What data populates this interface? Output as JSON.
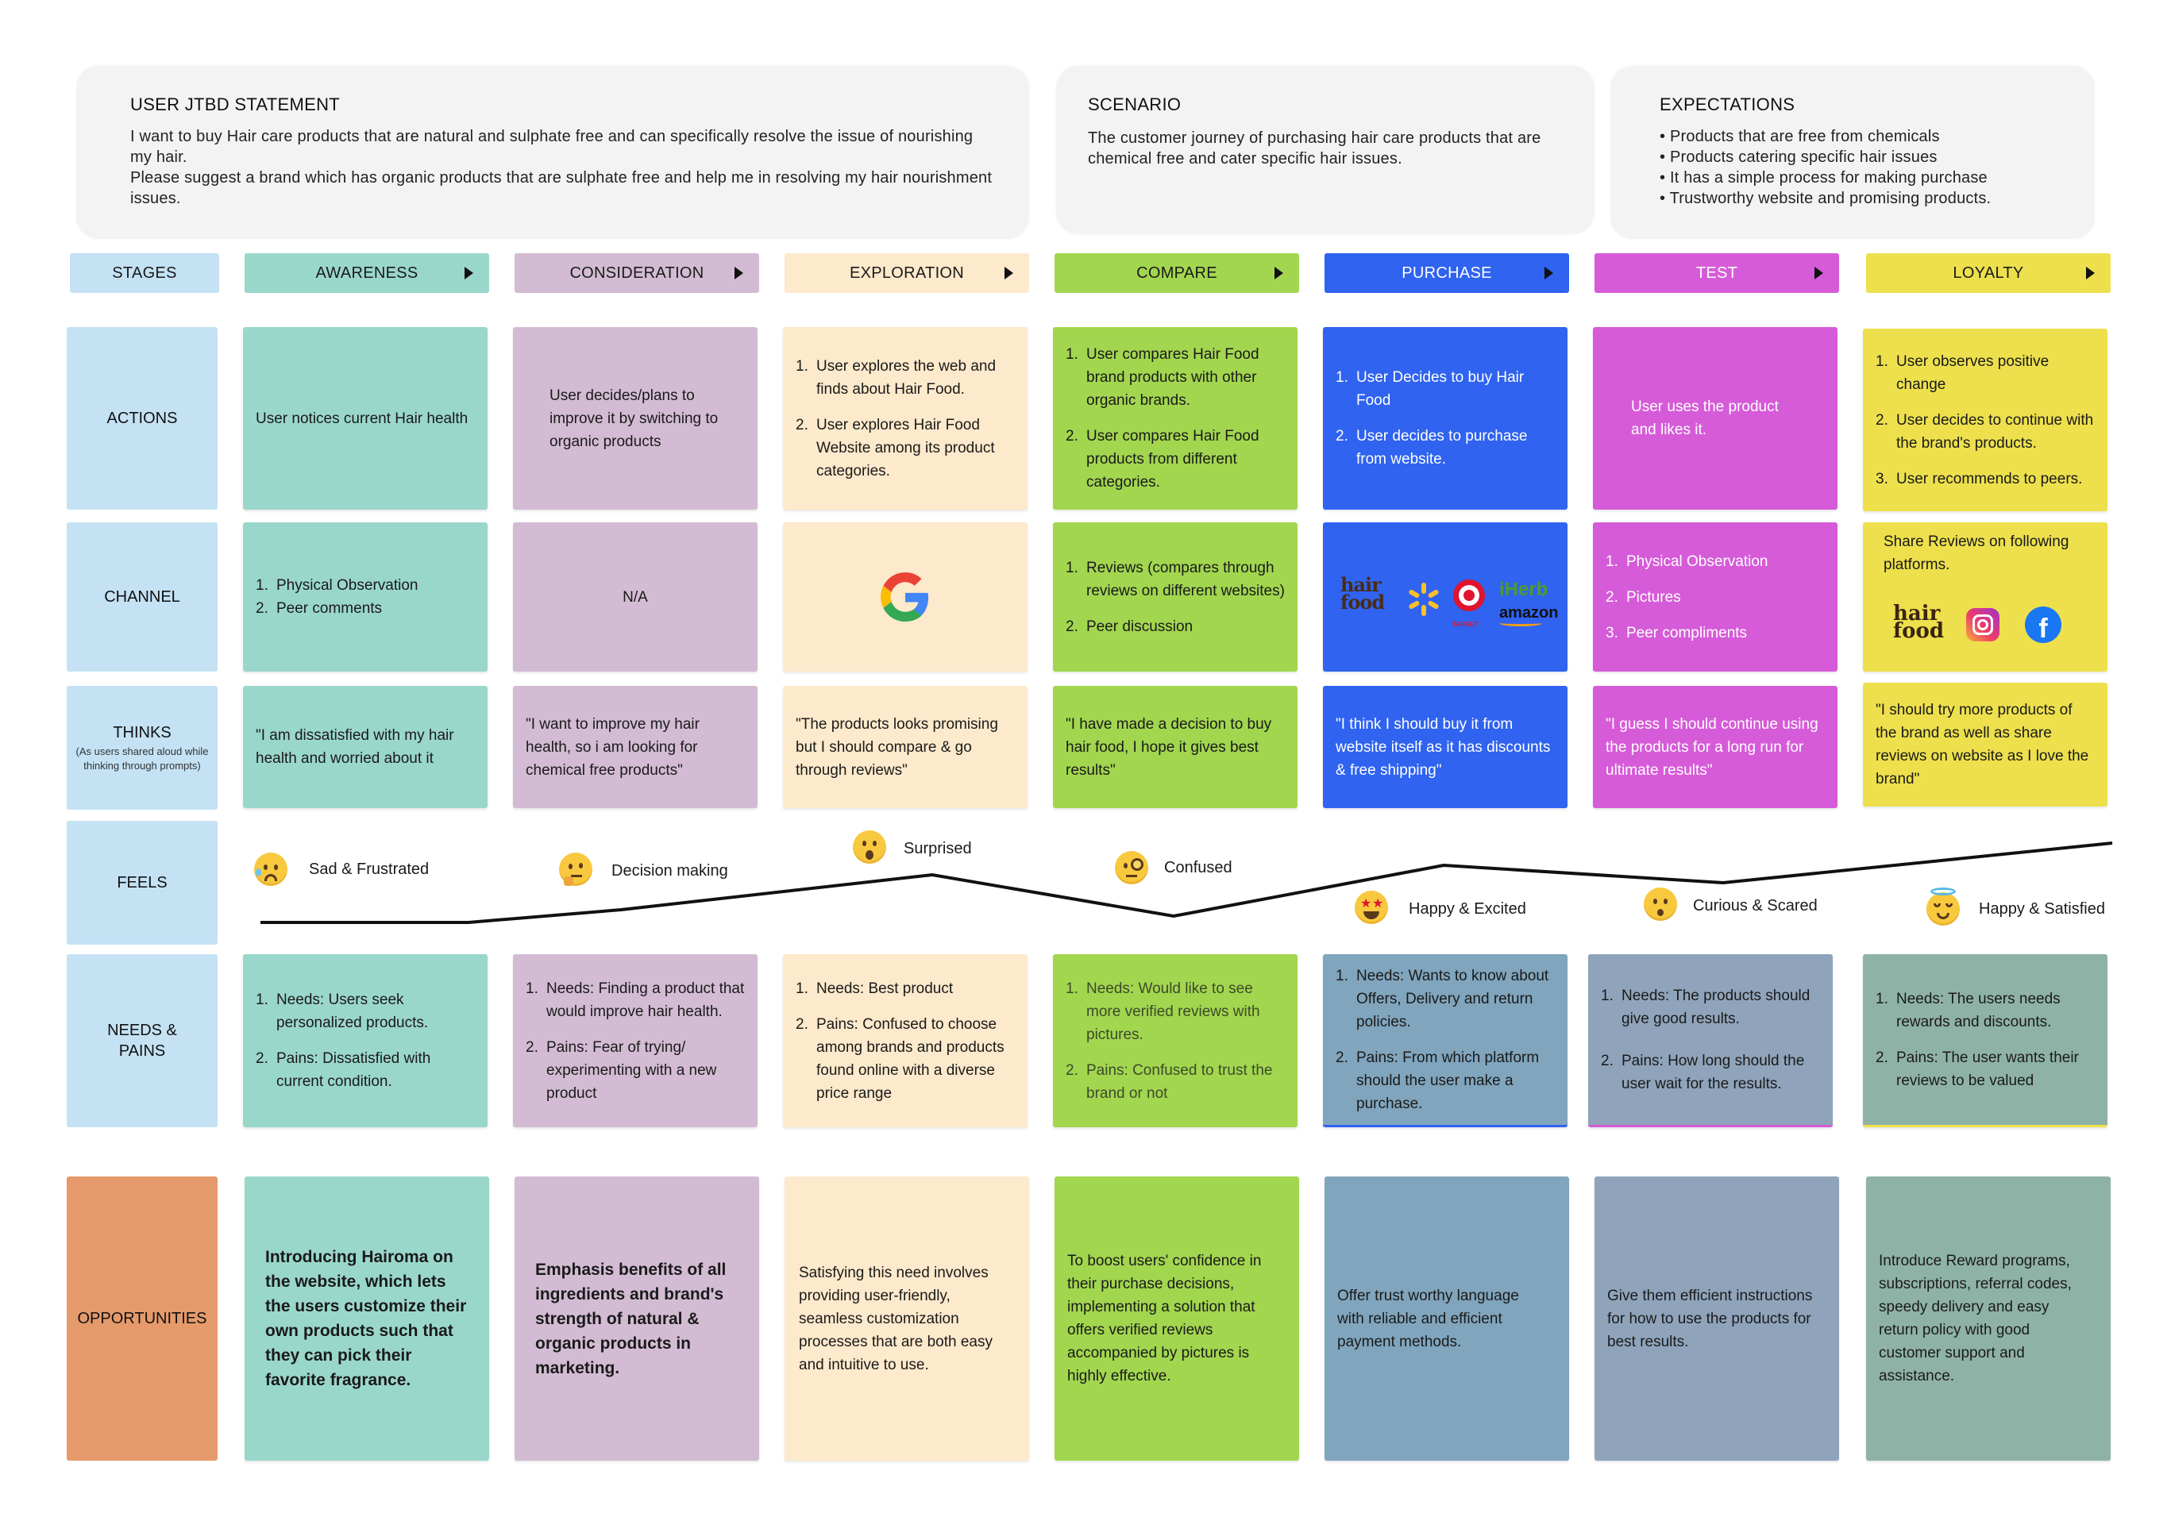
{
  "top_panels": {
    "jtbd": {
      "title": "USER JTBD STATEMENT",
      "text_1": "I want to buy Hair care products that are natural and sulphate free and can specifically resolve the issue of nourishing my hair.",
      "text_2": "Please suggest a brand which has organic products that are sulphate free and help me in resolving my hair nourishment issues."
    },
    "scenario": {
      "title": "SCENARIO",
      "text": "The customer journey of purchasing hair care products that are chemical free and cater specific hair issues."
    },
    "expectations": {
      "title": "EXPECTATIONS",
      "items": [
        "Products that are free from chemicals",
        "Products catering specific hair issues",
        "It has a simple process for making purchase",
        "Trustworthy website and promising products."
      ]
    }
  },
  "stages_label": "STAGES",
  "stages": [
    {
      "label": "AWARENESS",
      "color": "#9ad7cb"
    },
    {
      "label": "CONSIDERATION",
      "color": "#d3bcd3"
    },
    {
      "label": "EXPLORATION",
      "color": "#fde9cb"
    },
    {
      "label": "COMPARE",
      "color": "#a2d64f"
    },
    {
      "label": "PURCHASE",
      "color": "#2f63f0"
    },
    {
      "label": "TEST",
      "color": "#d65bd8"
    },
    {
      "label": "LOYALTY",
      "color": "#ede04c"
    }
  ],
  "row_labels": {
    "actions": "ACTIONS",
    "channel": "CHANNEL",
    "thinks": "THINKS",
    "thinks_sub": "(As users shared aloud while thinking through prompts)",
    "feels": "FEELS",
    "needs": "NEEDS & PAINS",
    "opportunities": "OPPORTUNITIES"
  },
  "actions": {
    "awareness": "User notices current Hair health",
    "consideration": "User decides/plans to improve it by switching to organic products",
    "exploration": [
      "User explores the web and finds about Hair Food.",
      "User explores Hair Food Website among its product categories."
    ],
    "compare": [
      "User compares Hair Food brand products with other organic brands.",
      "User compares Hair Food products from different categories."
    ],
    "purchase": [
      "User Decides to buy Hair Food",
      "User decides to purchase from website."
    ],
    "test": "User uses the product and likes it.",
    "loyalty": [
      "User observes positive change",
      "User decides to continue with the brand's products.",
      "User recommends to peers."
    ]
  },
  "channel": {
    "awareness": [
      "Physical Observation",
      "Peer comments"
    ],
    "consideration": "N/A",
    "exploration_icon": "google-logo-icon",
    "compare": [
      "Reviews (compares through reviews on different websites)",
      "Peer discussion"
    ],
    "purchase_icons": [
      "hair-food-logo-icon",
      "walmart-logo-icon",
      "target-logo-icon",
      "iherb-logo-icon",
      "amazon-logo-icon"
    ],
    "purchase_logo_texts": {
      "hairfood_1": "hair",
      "hairfood_2": "food",
      "target": "TARGET",
      "iherb": "iHerb",
      "amazon": "amazon"
    },
    "test": [
      "Physical Observation",
      "Pictures",
      "Peer compliments"
    ],
    "loyalty_text": "Share Reviews on following platforms.",
    "loyalty_icons": [
      "hair-food-logo-icon",
      "instagram-icon",
      "facebook-icon"
    ]
  },
  "thinks": {
    "awareness": "\"I am dissatisfied with my hair health and worried about it",
    "consideration": "\"I want to improve my hair health, so i am looking for chemical free products\"",
    "exploration": "\"The products looks promising but I should compare & go through reviews\"",
    "compare": "\"I have made a decision to buy hair food, I hope it gives best results\"",
    "purchase": "\"I think I should buy it from website itself as it has discounts & free shipping\"",
    "test": "\"I guess I should continue using the products for a long run for ultimate results\"",
    "loyalty": "\"I should try more products of the brand as well as share reviews on website as I love the brand\""
  },
  "feels": [
    {
      "label": "Sad & Frustrated",
      "icon": "sad-face-icon"
    },
    {
      "label": "Decision making",
      "icon": "thinking-face-icon"
    },
    {
      "label": "Surprised",
      "icon": "surprised-face-icon"
    },
    {
      "label": "Confused",
      "icon": "monocle-face-icon"
    },
    {
      "label": "Happy & Excited",
      "icon": "star-struck-face-icon"
    },
    {
      "label": "Curious & Scared",
      "icon": "hushed-face-icon"
    },
    {
      "label": "Happy & Satisfied",
      "icon": "halo-face-icon"
    }
  ],
  "needs": {
    "awareness": [
      "Needs: Users seek personalized products.",
      "Pains: Dissatisfied with current condition."
    ],
    "consideration": [
      "Needs: Finding a product that would improve hair health.",
      "Pains: Fear of trying/ experimenting with a new product"
    ],
    "exploration": [
      "Needs: Best product",
      "Pains: Confused to choose among brands and products found online with a diverse price range"
    ],
    "compare": [
      "Needs: Would like to see more verified reviews with pictures.",
      "Pains: Confused to trust the brand or not"
    ],
    "purchase": [
      "Needs: Wants to know about Offers, Delivery and return policies.",
      "Pains: From which platform should the user make a purchase."
    ],
    "test": [
      "Needs: The products should give good results.",
      "Pains: How long should the user wait for the results."
    ],
    "loyalty": [
      "Needs: The users needs rewards and discounts.",
      "Pains: The user wants their reviews to be valued"
    ]
  },
  "opportunities": {
    "awareness": "Introducing Hairoma on the website, which lets the users customize their own products such that they can pick their favorite fragrance.",
    "consideration": "Emphasis benefits of all ingredients and brand's strength of natural & organic products in marketing.",
    "exploration": "Satisfying this need involves providing user-friendly, seamless customization processes that are both easy and intuitive to use.",
    "compare": "To boost users' confidence in their purchase decisions, implementing a solution that offers verified reviews accompanied by pictures is highly effective.",
    "purchase": "Offer trust worthy language with reliable and efficient payment methods.",
    "test": "Give them efficient instructions for how to use the products for best results.",
    "loyalty": "Introduce Reward programs, subscriptions, referral codes, speedy delivery and easy return policy with good customer support and assistance."
  },
  "colors": {
    "awareness": "#9ad7cb",
    "consideration": "#d3bcd3",
    "exploration": "#fde9cb",
    "compare": "#a2d64f",
    "purchase": "#2f63f0",
    "test": "#d65bd8",
    "loyalty": "#ede04c",
    "row_label": "#c4e2f4",
    "opportunity_label": "#e69a6b",
    "needs_purchase": "#80a5bd",
    "needs_test": "#8fa4bb",
    "needs_loyalty": "#8fb2a7"
  }
}
